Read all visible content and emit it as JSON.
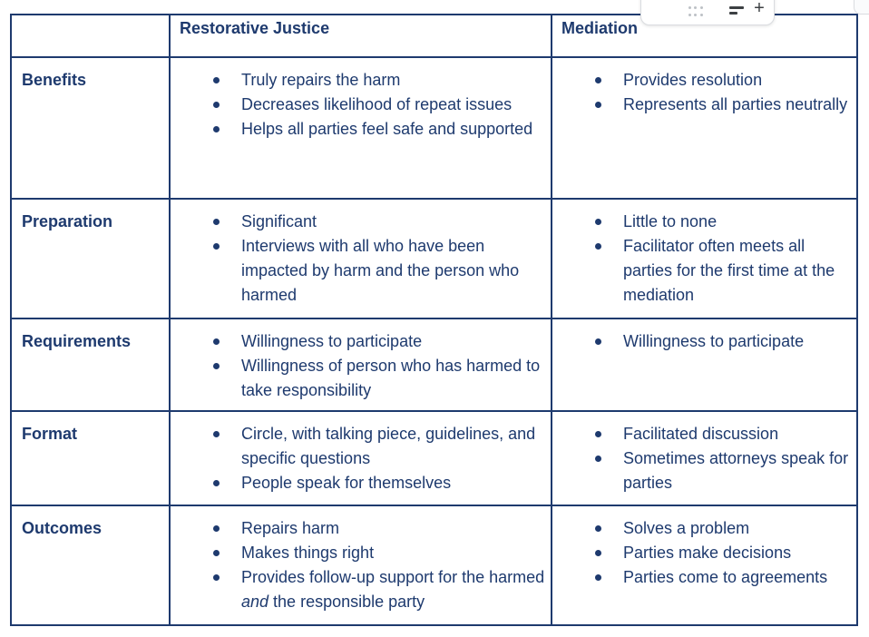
{
  "colors": {
    "accent": "#1e3a6e",
    "toolbar_border": "#dadce0",
    "icon_dark": "#3c4043",
    "dot_gray": "#bdc1c6"
  },
  "toolbar": {
    "drag_handle_icon": "six-dot-grid-drag-handle",
    "sort_icon": "sort-lines",
    "add_button_label": "+"
  },
  "table": {
    "header": {
      "col1": "",
      "col2": "Restorative Justice",
      "col3": "Mediation"
    },
    "rows": [
      {
        "label": "Benefits",
        "cells": [
          {
            "items": [
              "Truly repairs the harm",
              "Decreases likelihood of repeat issues",
              "Helps all parties feel safe and supported"
            ]
          },
          {
            "items": [
              "Provides resolution",
              "Represents all parties neutrally"
            ]
          }
        ]
      },
      {
        "label": "Preparation",
        "cells": [
          {
            "items": [
              "Significant",
              "Interviews with all who have been impacted by harm and the person who harmed"
            ]
          },
          {
            "items": [
              "Little to none",
              "Facilitator often meets all parties for the first time at the mediation"
            ]
          }
        ]
      },
      {
        "label": "Requirements",
        "cells": [
          {
            "items": [
              "Willingness to participate",
              "Willingness of person who has harmed to take responsibility"
            ]
          },
          {
            "items": [
              "Willingness to participate"
            ]
          }
        ]
      },
      {
        "label": "Format",
        "cells": [
          {
            "items": [
              "Circle, with talking piece, guidelines, and specific questions",
              "People speak for themselves"
            ]
          },
          {
            "items": [
              "Facilitated discussion",
              "Sometimes attorneys speak for parties"
            ]
          }
        ]
      },
      {
        "label": "Outcomes",
        "cells": [
          {
            "items": [
              "Repairs harm",
              "Makes things right",
              [
                "Provides follow-up support for the harmed ",
                {
                  "text": "and",
                  "italic": true
                },
                " the responsible party"
              ]
            ]
          },
          {
            "items": [
              "Solves a problem",
              "Parties make decisions",
              "Parties come to agreements"
            ]
          }
        ]
      }
    ]
  }
}
